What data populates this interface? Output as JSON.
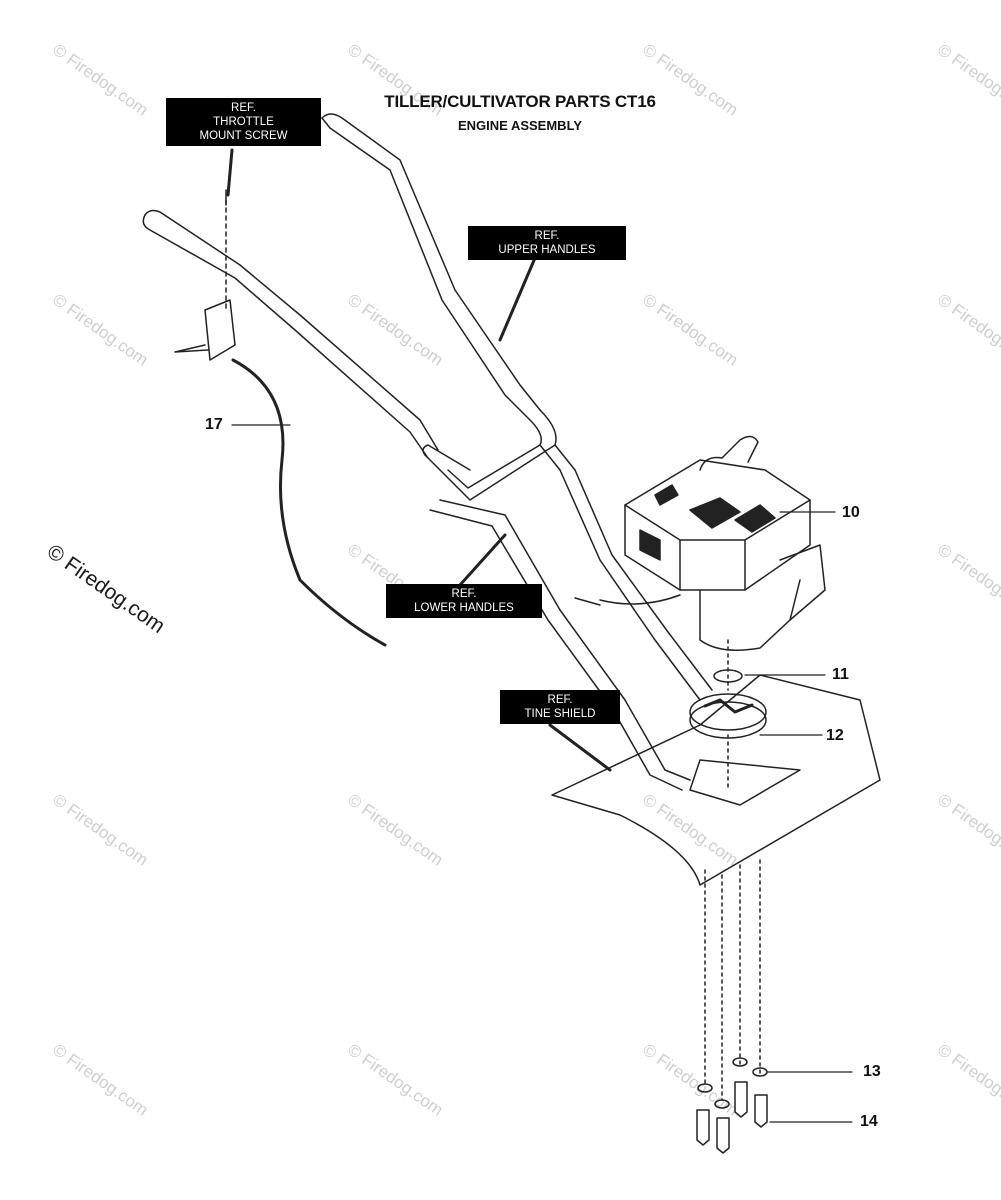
{
  "title": {
    "main": "TILLER/CULTIVATOR PARTS CT16",
    "sub": "ENGINE ASSEMBLY"
  },
  "ref_labels": {
    "throttle": [
      "REF.",
      "THROTTLE",
      "MOUNT SCREW"
    ],
    "upper_handles": [
      "REF.",
      "UPPER HANDLES"
    ],
    "lower_handles": [
      "REF.",
      "LOWER HANDLES"
    ],
    "tine_shield": [
      "REF.",
      "TINE SHIELD"
    ]
  },
  "part_numbers": {
    "p10": "10",
    "p11": "11",
    "p12": "12",
    "p13": "13",
    "p14": "14",
    "p17": "17"
  },
  "watermark": {
    "text": "© Firedog.com"
  }
}
